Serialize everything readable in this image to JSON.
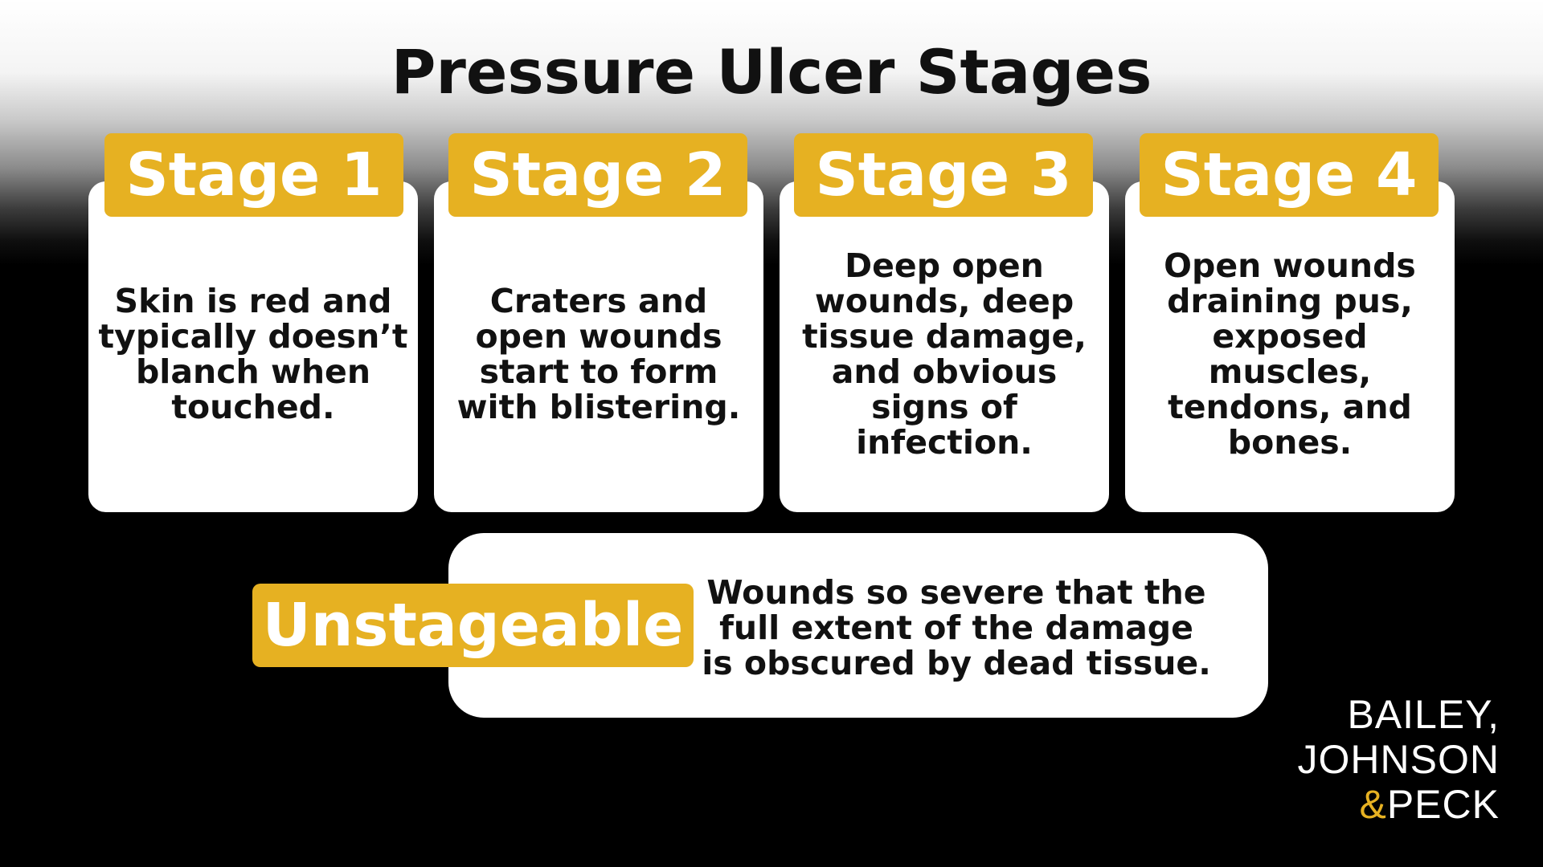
{
  "title": "Pressure Ulcer Stages",
  "stages": [
    {
      "label": "Stage 1",
      "description": "Skin is red and typically doesn’t blanch when touched."
    },
    {
      "label": "Stage 2",
      "description": "Craters and open wounds start to form with blistering."
    },
    {
      "label": "Stage 3",
      "description": "Deep open wounds, deep tissue damage, and obvious signs of infection."
    },
    {
      "label": "Stage 4",
      "description": "Open wounds draining pus, exposed muscles, tendons, and bones."
    }
  ],
  "unstageable": {
    "label": "Unstageable",
    "description": "Wounds so severe that the full extent of the damage is obscured by dead tissue."
  },
  "logo": {
    "line1": "BAILEY,",
    "line2": "JOHNSON",
    "ampersand": "&",
    "line3": "PECK"
  },
  "colors": {
    "accent": "#e6b122",
    "card": "#ffffff",
    "background": "#000000",
    "text": "#111111"
  }
}
